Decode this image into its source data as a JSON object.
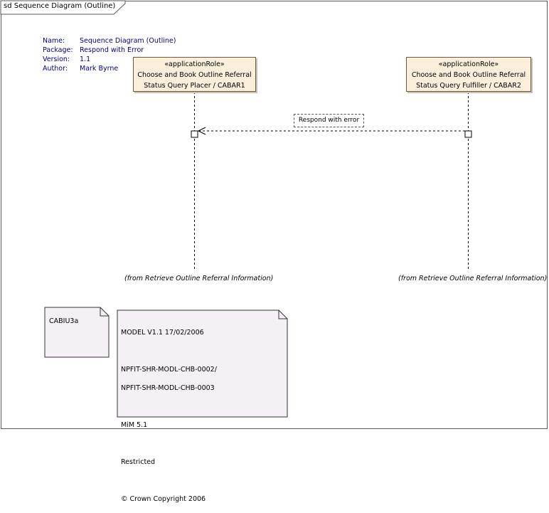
{
  "frame": {
    "title": "sd Sequence Diagram (Outline)"
  },
  "meta": {
    "name_key": "Name:",
    "name": "Sequence Diagram (Outline)",
    "package_key": "Package:",
    "package": "Respond with Error",
    "version_key": "Version:",
    "version": "1.1",
    "author_key": "Author:",
    "author": "Mark Byrne"
  },
  "lifelines": [
    {
      "stereotype": "«applicationRole»",
      "name_line1": "Choose and Book Outline Referral",
      "name_line2": "Status Query Placer / CABAR1",
      "from": "(from Retrieve Outline Referral Information)"
    },
    {
      "stereotype": "«applicationRole»",
      "name_line1": "Choose and Book Outline Referral",
      "name_line2": "Status Query Fulfiller / CABAR2",
      "from": "(from Retrieve Outline Referral Information)"
    }
  ],
  "message": {
    "label": "Respond with error"
  },
  "notes": [
    {
      "text": "CABIU3a"
    },
    {
      "line1": "MODEL V1.1 17/02/2006",
      "line2": "NPFIT-SHR-MODL-CHB-0002/",
      "line3": "NPFIT-SHR-MODL-CHB-0003",
      "line4": "MiM 5.1",
      "line5": "Restricted",
      "line6": "© Crown Copyright 2006"
    }
  ],
  "colors": {
    "lifeline_fill": "#fbefdc",
    "note_fill": "#f5f0f5",
    "meta_text": "#000080"
  }
}
